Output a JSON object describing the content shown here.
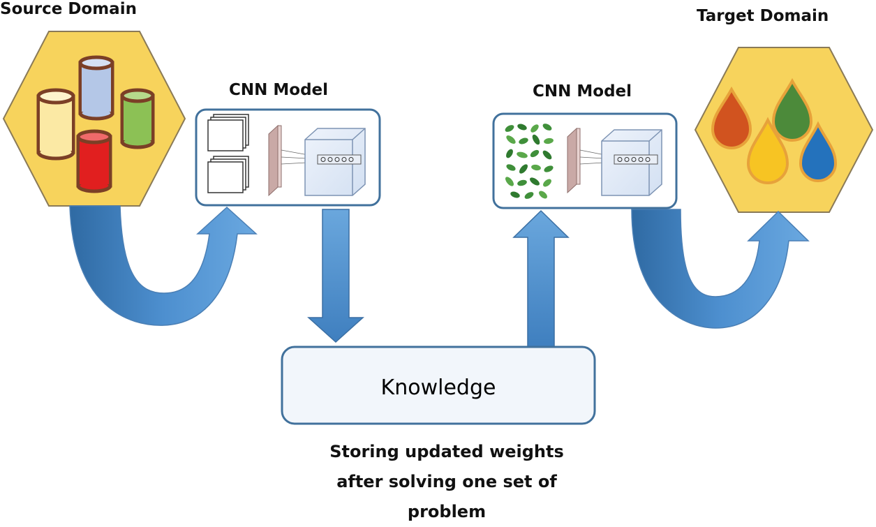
{
  "source": {
    "title": "Source Domain"
  },
  "target": {
    "title": "Target Domain"
  },
  "cnn_left": {
    "title": "CNN Model"
  },
  "cnn_right": {
    "title": "CNN Model"
  },
  "knowledge": {
    "label": "Knowledge"
  },
  "caption": {
    "lines": [
      "Storing updated weights",
      "after solving one set of",
      "problem"
    ]
  },
  "colors": {
    "hexagon_fill": "#f7d35c",
    "hexagon_stroke": "#8a7a57",
    "arrow_fill": "#5b9bd5",
    "arrow_dark": "#2e6da4",
    "box_stroke": "#41719c",
    "cylinder_stroke": "#7b3f26",
    "cylinder_yellow": "#fbe9a4",
    "cylinder_blue": "#b4c7e7",
    "cylinder_green": "#8cc155",
    "cylinder_red": "#e11f1f",
    "drop_orange": "#d1531f",
    "drop_green": "#4c8a3a",
    "drop_yellow": "#f7c423",
    "drop_blue": "#2472bc"
  },
  "icons": [
    "database-cylinders",
    "image-stack",
    "leaf-grid",
    "conv-layer-cube",
    "paint-drops"
  ]
}
